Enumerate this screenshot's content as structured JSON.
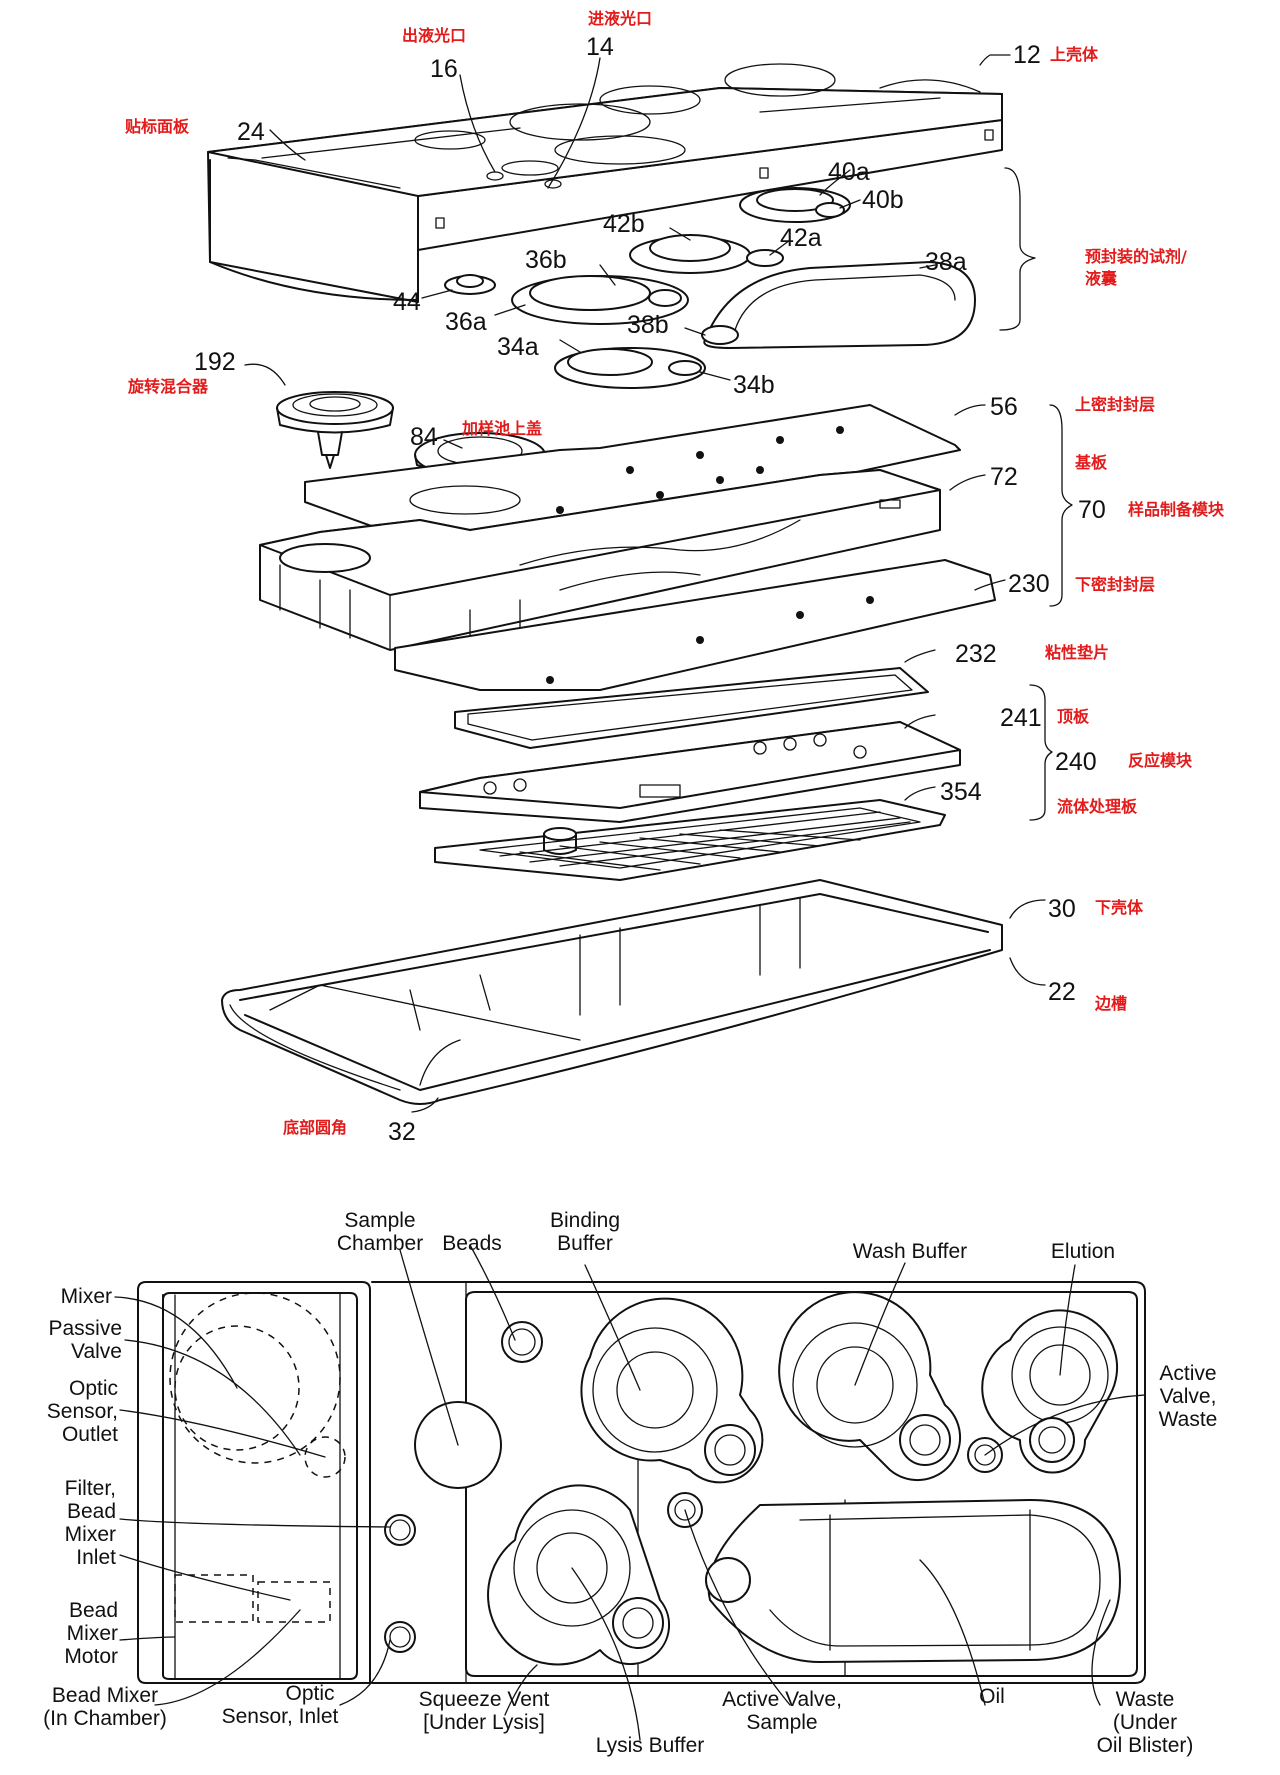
{
  "exploded_view": {
    "callouts": [
      {
        "num": "12",
        "cn": "上壳体"
      },
      {
        "num": "14",
        "cn": "进液光口"
      },
      {
        "num": "16",
        "cn": "出液光口"
      },
      {
        "num": "24",
        "cn": "贴标面板"
      },
      {
        "num": "40a"
      },
      {
        "num": "40b"
      },
      {
        "num": "42b"
      },
      {
        "num": "42a"
      },
      {
        "num": "36b"
      },
      {
        "num": "38a"
      },
      {
        "num": "44"
      },
      {
        "num": "36a"
      },
      {
        "num": "38b"
      },
      {
        "num": "34a"
      },
      {
        "num": "34b"
      },
      {
        "num": "192",
        "cn": "旋转混合器"
      },
      {
        "num": "84",
        "cn": "加样池上盖"
      },
      {
        "num": "56",
        "cn": "上密封封层"
      },
      {
        "num": "72",
        "cn": "基板"
      },
      {
        "num": "70",
        "cn": "样品制备模块"
      },
      {
        "num": "230",
        "cn": "下密封封层"
      },
      {
        "num": "232",
        "cn": "粘性垫片"
      },
      {
        "num": "241",
        "cn": "顶板"
      },
      {
        "num": "240",
        "cn": "反应模块"
      },
      {
        "num": "354",
        "cn": "流体处理板"
      },
      {
        "num": "30",
        "cn": "下壳体"
      },
      {
        "num": "22",
        "cn": "边槽"
      },
      {
        "num": "32",
        "cn": "底部圆角"
      }
    ],
    "blister_group_label": [
      "预封装的试剂/",
      "液囊"
    ]
  },
  "top_view": {
    "labels": {
      "mixer": "Mixer",
      "passive_valve": [
        "Passive",
        "Valve"
      ],
      "optic_outlet": [
        "Optic",
        "Sensor,",
        "Outlet"
      ],
      "filter": [
        "Filter,",
        "Bead",
        "Mixer",
        "Inlet"
      ],
      "bead_motor": [
        "Bead",
        "Mixer",
        "Motor"
      ],
      "bead_in_chamber": [
        "Bead Mixer",
        "(In Chamber)"
      ],
      "optic_inlet": [
        "Optic",
        "Sensor, Inlet"
      ],
      "sample_chamber": [
        "Sample",
        "Chamber"
      ],
      "beads": "Beads",
      "binding_buffer": [
        "Binding",
        "Buffer"
      ],
      "wash_buffer": "Wash Buffer",
      "elution": "Elution",
      "active_valve_waste": [
        "Active",
        "Valve,",
        "Waste"
      ],
      "squeeze_vent": [
        "Squeeze Vent",
        "[Under Lysis]"
      ],
      "lysis_buffer": "Lysis Buffer",
      "active_valve_sample": [
        "Active Valve,",
        "Sample"
      ],
      "oil": "Oil",
      "waste": [
        "Waste",
        "(Under",
        "Oil Blister)"
      ]
    }
  }
}
